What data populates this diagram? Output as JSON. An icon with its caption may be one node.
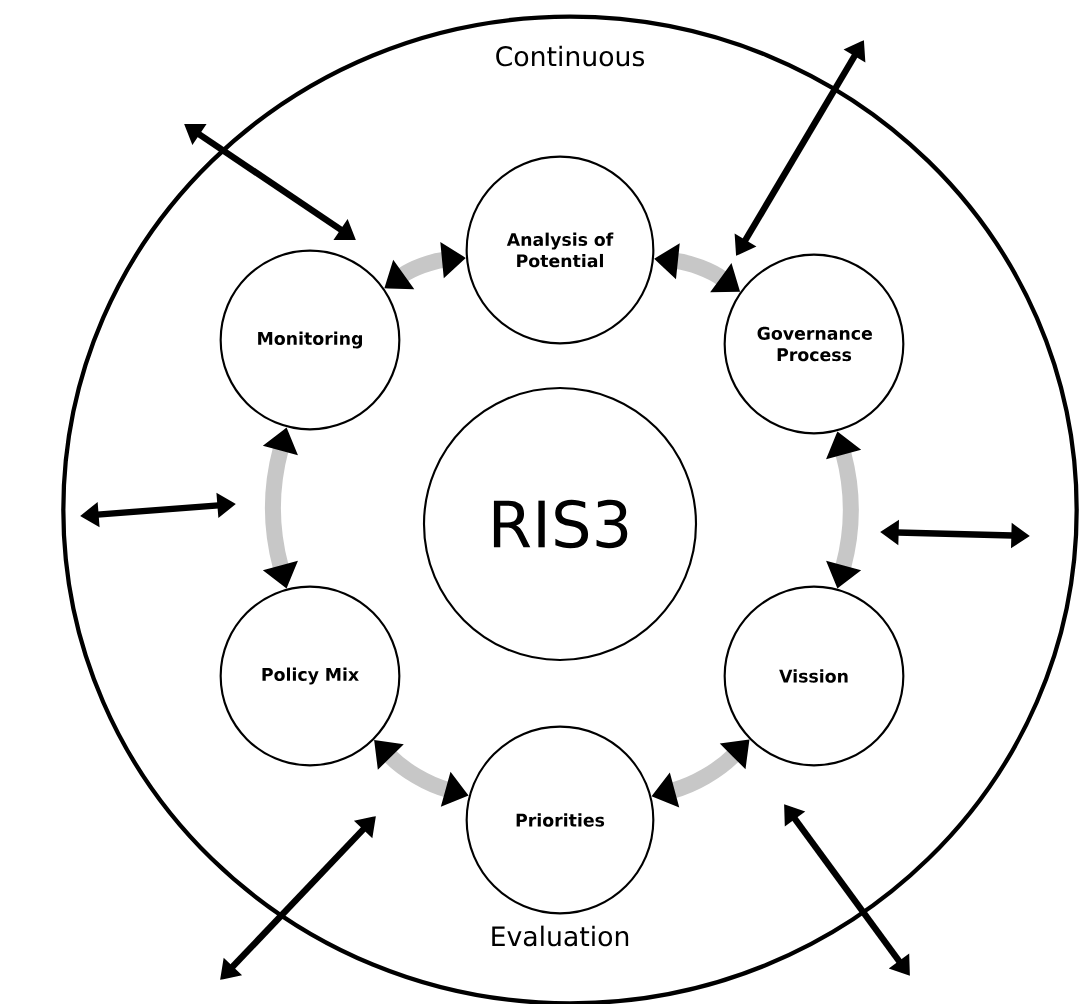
{
  "diagram": {
    "nodes": [
      {
        "text": [
          "Continuous",
          "Evaluation"
        ]
      },
      {
        "text": [
          "Analysis of Potential"
        ],
        "in": 0
      },
      {
        "text": [
          "Monitoring"
        ],
        "in": 0
      },
      {
        "text": [
          "Governance Process"
        ],
        "in": 0
      },
      {
        "text": [
          "RIS3"
        ],
        "in": 0
      },
      {
        "text": [
          "Policy Mix"
        ],
        "in": 0
      },
      {
        "text": [
          "Vission"
        ],
        "in": 0
      },
      {
        "text": [
          "Priorities"
        ],
        "in": 0
      }
    ],
    "edges": [
      {
        "from": 2,
        "to": 1,
        "arrow": "both"
      },
      {
        "from": 1,
        "to": 3,
        "arrow": "both"
      },
      {
        "from": 3,
        "to": 6,
        "arrow": "both"
      },
      {
        "from": 6,
        "to": 7,
        "arrow": "both"
      },
      {
        "from": 7,
        "to": 5,
        "arrow": "both"
      },
      {
        "from": 5,
        "to": 2,
        "arrow": "both"
      }
    ]
  }
}
